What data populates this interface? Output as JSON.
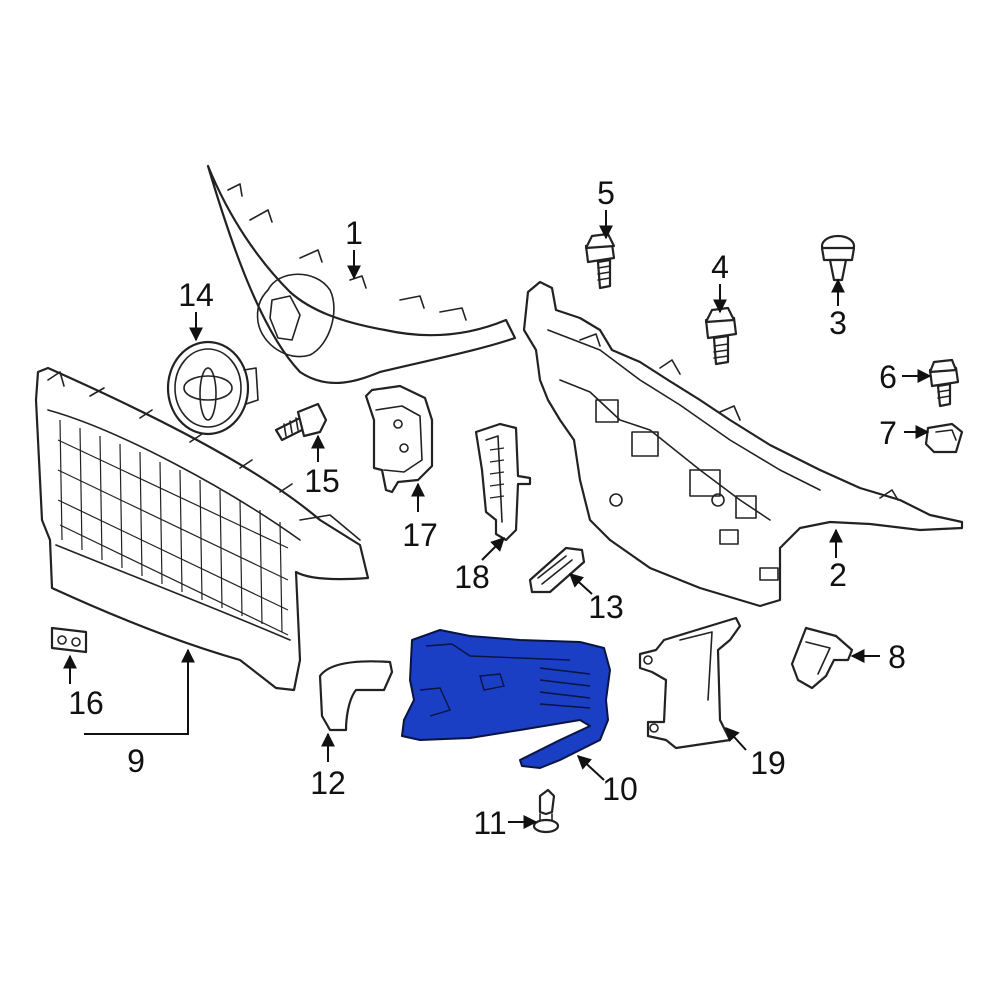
{
  "colors": {
    "highlight": "#1a3fc4",
    "line": "#222222",
    "background": "#ffffff"
  },
  "callouts": {
    "c1": "1",
    "c2": "2",
    "c3": "3",
    "c4": "4",
    "c5": "5",
    "c6": "6",
    "c7": "7",
    "c8": "8",
    "c9": "9",
    "c10": "10",
    "c11": "11",
    "c12": "12",
    "c13": "13",
    "c14": "14",
    "c15": "15",
    "c16": "16",
    "c17": "17",
    "c18": "18",
    "c19": "19"
  }
}
